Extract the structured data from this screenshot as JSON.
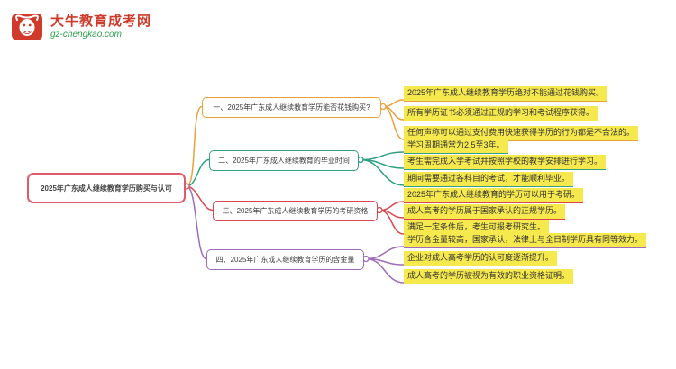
{
  "logo": {
    "name": "大牛教育成考网",
    "domain": "gz-chengkao.com",
    "brand_color": "#cf3a2b",
    "domain_color": "#2e9e4f"
  },
  "root": {
    "title": "2025年广东成人继续教育学历购买与认可",
    "color": "#e05a6a"
  },
  "highlight_color": "#f6e94e",
  "branches": [
    {
      "label": "一、2025年广东成人继续教育学历能否花钱购买?",
      "color": "#e9a23b",
      "children": [
        "2025年广东成人继续教育学历绝对不能通过花钱购买。",
        "所有学历证书必须通过正规的学习和考试程序获得。",
        "任何声称可以通过支付费用快速获得学历的行为都是不合法的。"
      ]
    },
    {
      "label": "二、2025年广东成人继续教育的毕业时间",
      "color": "#2fa084",
      "children": [
        "学习周期通常为2.5至3年。",
        "考生需完成入学考试并按照学校的教学安排进行学习。",
        "期间需要通过各科目的考试，才能顺利毕业。"
      ]
    },
    {
      "label": "三、2025年广东成人继续教育学历的考研资格",
      "color": "#d9464f",
      "children": [
        "2025年广东成人继续教育的学历可以用于考研。",
        "成人高考的学历属于国家承认的正规学历。",
        "满足一定条件后，考生可报考研究生。"
      ]
    },
    {
      "label": "四、2025年广东成人继续教育学历的含金量",
      "color": "#9e6cb8",
      "children": [
        "学历含金量较高，国家承认，法律上与全日制学历具有同等效力。",
        "企业对成人高考学历的认可度逐渐提升。",
        "成人高考的学历被视为有效的职业资格证明。"
      ]
    }
  ]
}
